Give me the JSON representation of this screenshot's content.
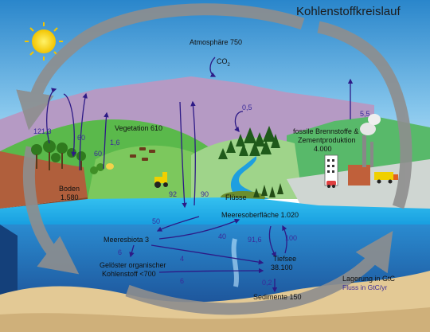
{
  "title": "Kohlenstoffkreislauf",
  "reservoirs": {
    "atmosphere": "Atmosphäre 750",
    "co2": "CO",
    "co2_sub": "2",
    "vegetation": "Vegetation 610",
    "soil_name": "Boden",
    "soil_value": "1.580",
    "fossil_line1": "fossile Brennstoffe &",
    "fossil_line2": "Zementproduktion",
    "fossil_value": "4.000",
    "rivers": "Flüsse",
    "ocean_surface": "Meeresoberfläche 1.020",
    "marine_biota": "Meeresbiota 3",
    "doc_line1": "Gelöster organischer",
    "doc_line2": "Kohlenstoff <700",
    "deep_sea_name": "Tiefsee",
    "deep_sea_value": "38.100",
    "sediments": "Sedimente 150"
  },
  "fluxes": {
    "veg_to_atm": "121,3",
    "atm_to_veg": "60",
    "soil_to_atm": "60",
    "land_use": "1,6",
    "river_exchange": "0,5",
    "fossil_emission": "5,5",
    "ocean_to_atm": "90",
    "atm_to_ocean": "92",
    "surface_to_biota": "50",
    "biota_to_surface": "40",
    "biota_to_doc": "6",
    "biota_to_deep": "4",
    "surface_to_deep": "91,6",
    "deep_to_surface": "100",
    "doc_to_deep": "6",
    "deep_to_sediment": "0,2"
  },
  "legend": {
    "storage": "Lagerung in GtC",
    "flux": "Fluss in GtC/yr"
  },
  "icons": [
    "sun-icon",
    "tractor-icon",
    "factory-icon",
    "car-icon",
    "truck-icon",
    "cattle-icon",
    "tree-icon"
  ],
  "colors": {
    "flux_arrow": "#2d1a86",
    "cycle_arrow": "#8a8a8a",
    "ocean_surface": "#1aa7e6",
    "deep_ocean": "#2d72b4",
    "sky_top": "#2f8ccf",
    "sediment": "#e2c896"
  }
}
